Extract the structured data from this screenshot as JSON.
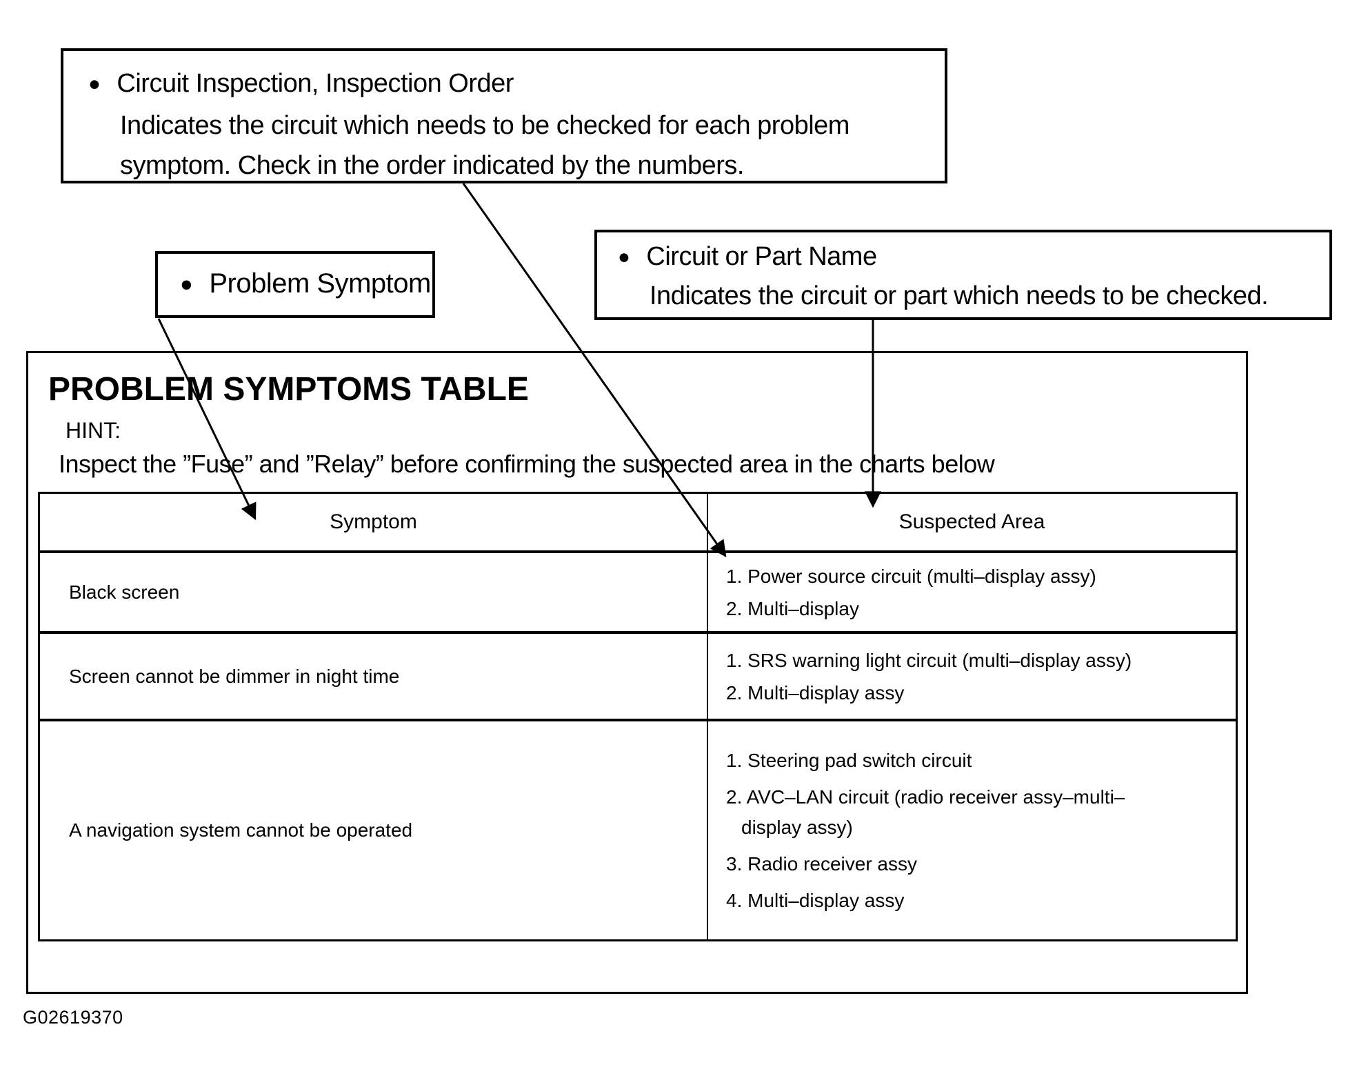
{
  "figure_code": "G02619370",
  "callouts": {
    "inspection": {
      "title": "Circuit Inspection, Inspection Order",
      "line1": "Indicates the circuit which needs to be checked for each problem",
      "line2": "symptom. Check in the order indicated by the numbers."
    },
    "problem_symptom": {
      "title": "Problem Symptom"
    },
    "circuit_part": {
      "title": "Circuit or Part Name",
      "line1": "Indicates the circuit or part which needs to be checked."
    }
  },
  "table_section": {
    "title": "PROBLEM SYMPTOMS TABLE",
    "hint_label": "HINT:",
    "hint_text": "Inspect the ”Fuse” and ”Relay” before confirming the suspected area in the charts below",
    "columns": [
      "Symptom",
      "Suspected Area"
    ],
    "rows": [
      {
        "symptom": "Black screen",
        "suspected": [
          "1. Power source circuit (multi–display assy)",
          "2. Multi–display"
        ]
      },
      {
        "symptom": "Screen cannot be dimmer in night time",
        "suspected": [
          "1. SRS warning light circuit (multi–display assy)",
          "2. Multi–display assy"
        ]
      },
      {
        "symptom": "A navigation system cannot be operated",
        "suspected": [
          "1. Steering pad switch circuit",
          "2. AVC–LAN circuit (radio receiver assy–multi–\ndisplay assy)",
          "3. Radio receiver assy",
          "4. Multi–display assy"
        ]
      }
    ]
  }
}
